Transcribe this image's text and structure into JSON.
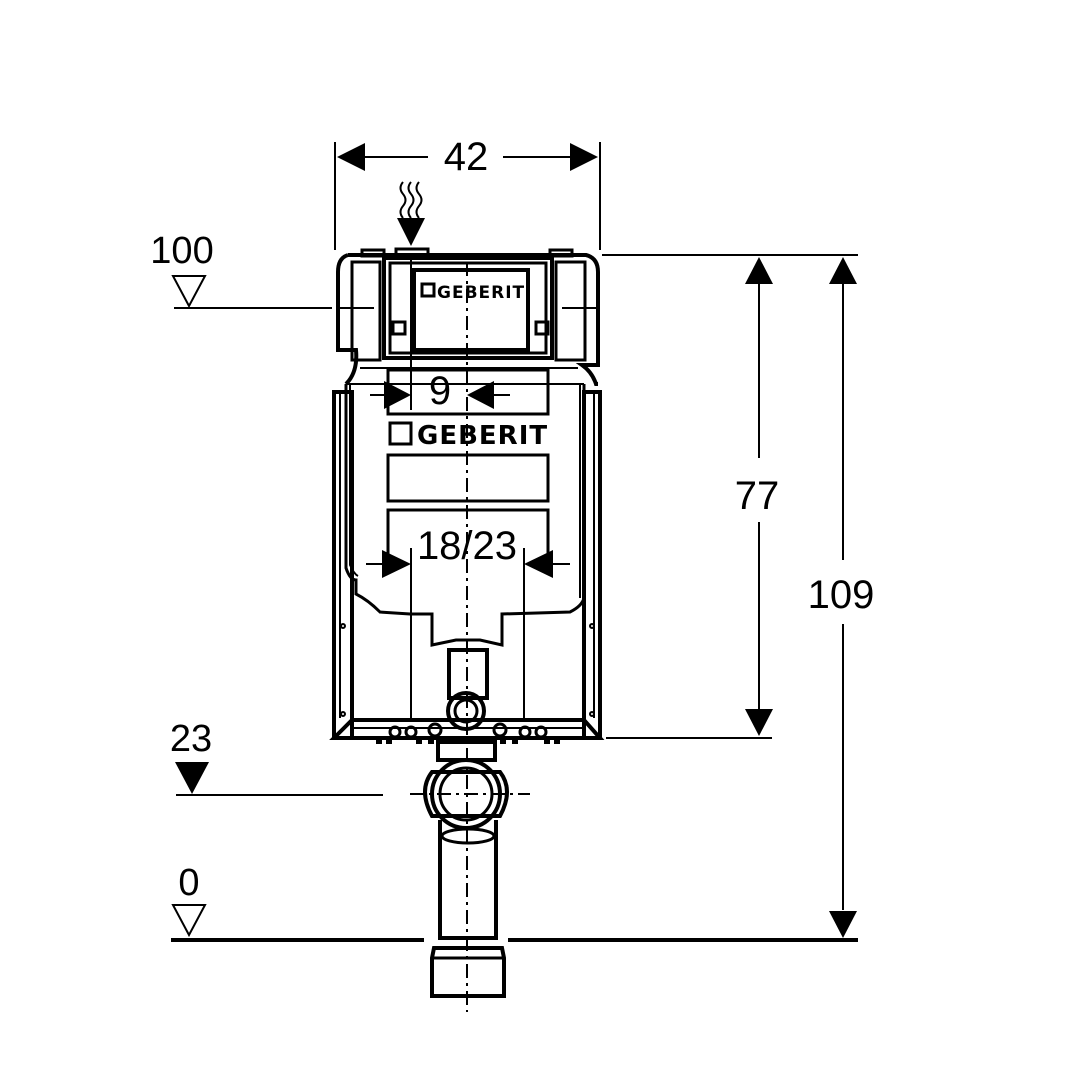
{
  "dimensions": {
    "width": "42",
    "flush_plate_offset": "9",
    "pan_connection_spacing": "18/23",
    "frame_inner_height": "77",
    "total_height": "109"
  },
  "levels": {
    "top_edge": "100",
    "drain_height": "23",
    "floor": "0"
  },
  "brand": {
    "flush_plate_logo": "GEBERIT",
    "cistern_logo": "GEBERIT"
  },
  "icons": {
    "water_supply": "wavy-arrow-icon",
    "open_level_marker": "hollow-triangle-icon",
    "filled_level_marker": "filled-triangle-icon"
  }
}
